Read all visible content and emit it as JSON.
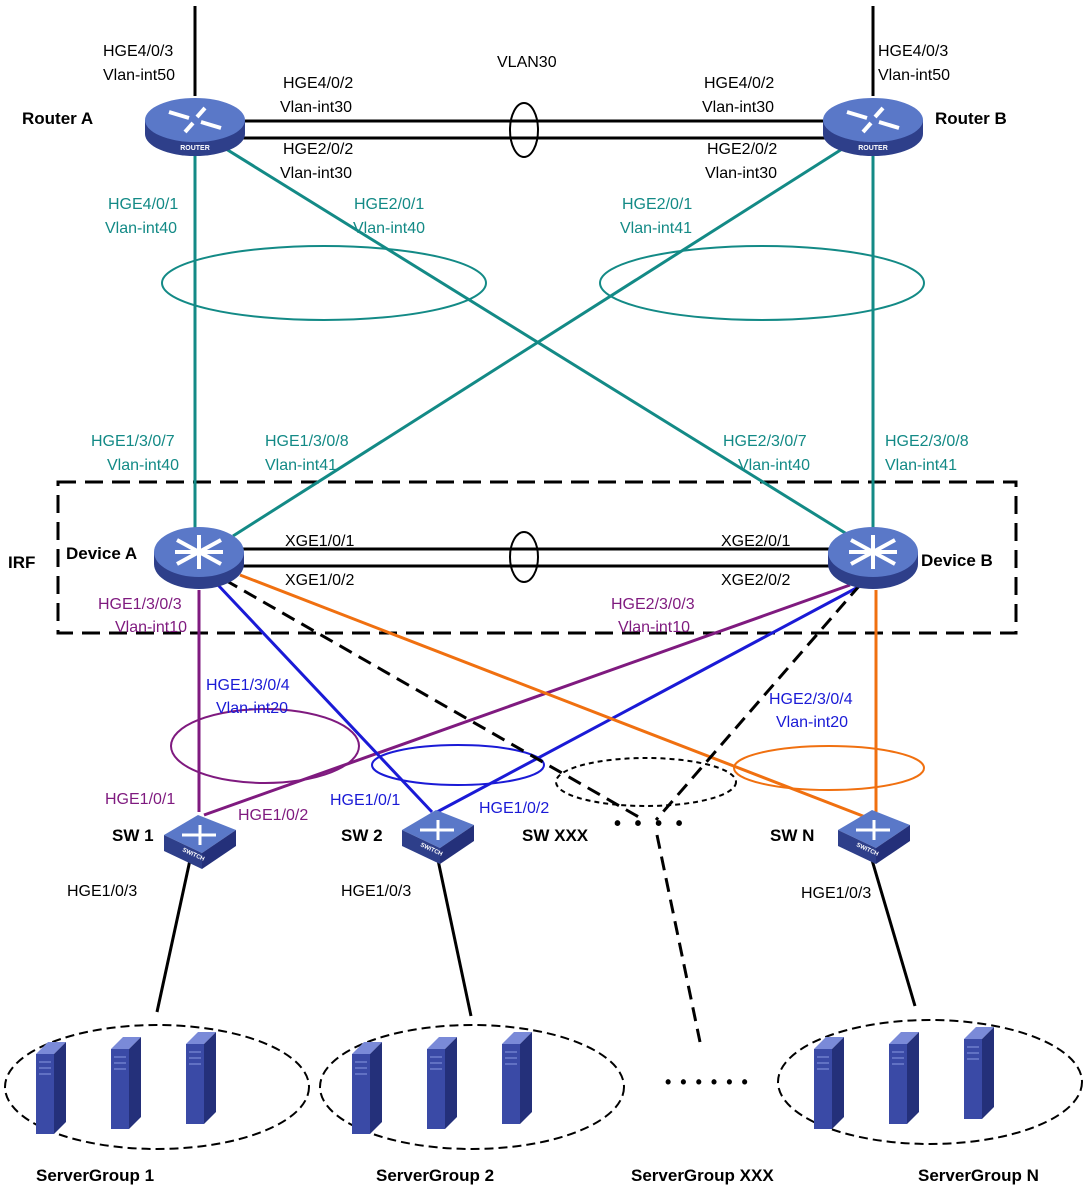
{
  "colors": {
    "black": "#000000",
    "teal": "#138a86",
    "purple": "#7f1a7f",
    "blue": "#1a1ad6",
    "orange": "#f07010",
    "device_top": "#5a78c8",
    "device_side": "#2e3f8a",
    "server": "#3a4aa6"
  },
  "nodes": {
    "router_a": {
      "name": "Router A",
      "badge": "ROUTER"
    },
    "router_b": {
      "name": "Router B",
      "badge": "ROUTER"
    },
    "device_a": {
      "name": "Device A"
    },
    "device_b": {
      "name": "Device B"
    },
    "irf": "IRF",
    "sw1": {
      "name": "SW 1",
      "badge": "SWITCH"
    },
    "sw2": {
      "name": "SW 2",
      "badge": "SWITCH"
    },
    "swxxx": {
      "name": "SW XXX"
    },
    "swn": {
      "name": "SW N",
      "badge": "SWITCH"
    }
  },
  "server_groups": [
    "ServerGroup 1",
    "ServerGroup 2",
    "ServerGroup XXX",
    "ServerGroup N"
  ],
  "labels": {
    "vlan30": "VLAN30",
    "ra_up_if": "HGE4/0/3",
    "ra_up_vlan": "Vlan-int50",
    "rb_up_if": "HGE4/0/3",
    "rb_up_vlan": "Vlan-int50",
    "ra_l1_if": "HGE4/0/2",
    "ra_l1_vlan": "Vlan-int30",
    "ra_l2_if": "HGE2/0/2",
    "ra_l2_vlan": "Vlan-int30",
    "rb_l1_if": "HGE4/0/2",
    "rb_l1_vlan": "Vlan-int30",
    "rb_l2_if": "HGE2/0/2",
    "rb_l2_vlan": "Vlan-int30",
    "ra_dn1_if": "HGE4/0/1",
    "ra_dn1_vlan": "Vlan-int40",
    "ra_dn2_if": "HGE2/0/1",
    "ra_dn2_vlan": "Vlan-int40",
    "rb_dn2_if": "HGE2/0/1",
    "rb_dn2_vlan": "Vlan-int41",
    "da_up1_if": "HGE1/3/0/7",
    "da_up1_vlan": "Vlan-int40",
    "da_up2_if": "HGE1/3/0/8",
    "da_up2_vlan": "Vlan-int41",
    "db_up1_if": "HGE2/3/0/7",
    "db_up1_vlan": "Vlan-int40",
    "db_up2_if": "HGE2/3/0/8",
    "db_up2_vlan": "Vlan-int41",
    "da_irf1": "XGE1/0/1",
    "da_irf2": "XGE1/0/2",
    "db_irf1": "XGE2/0/1",
    "db_irf2": "XGE2/0/2",
    "da_dn1_if": "HGE1/3/0/3",
    "da_dn1_vlan": "Vlan-int10",
    "db_dn1_if": "HGE2/3/0/3",
    "db_dn1_vlan": "Vlan-int10",
    "da_dn2_if": "HGE1/3/0/4",
    "da_dn2_vlan": "Vlan-int20",
    "db_dn2_if": "HGE2/3/0/4",
    "db_dn2_vlan": "Vlan-int20",
    "sw1_p1": "HGE1/0/1",
    "sw1_p2": "HGE1/0/2",
    "sw2_p1": "HGE1/0/1",
    "sw2_p2": "HGE1/0/2",
    "sw1_p3": "HGE1/0/3",
    "sw2_p3": "HGE1/0/3",
    "swn_p3": "HGE1/0/3",
    "dots_sw": "• • • •",
    "dots_sg": "• • • • • •"
  }
}
